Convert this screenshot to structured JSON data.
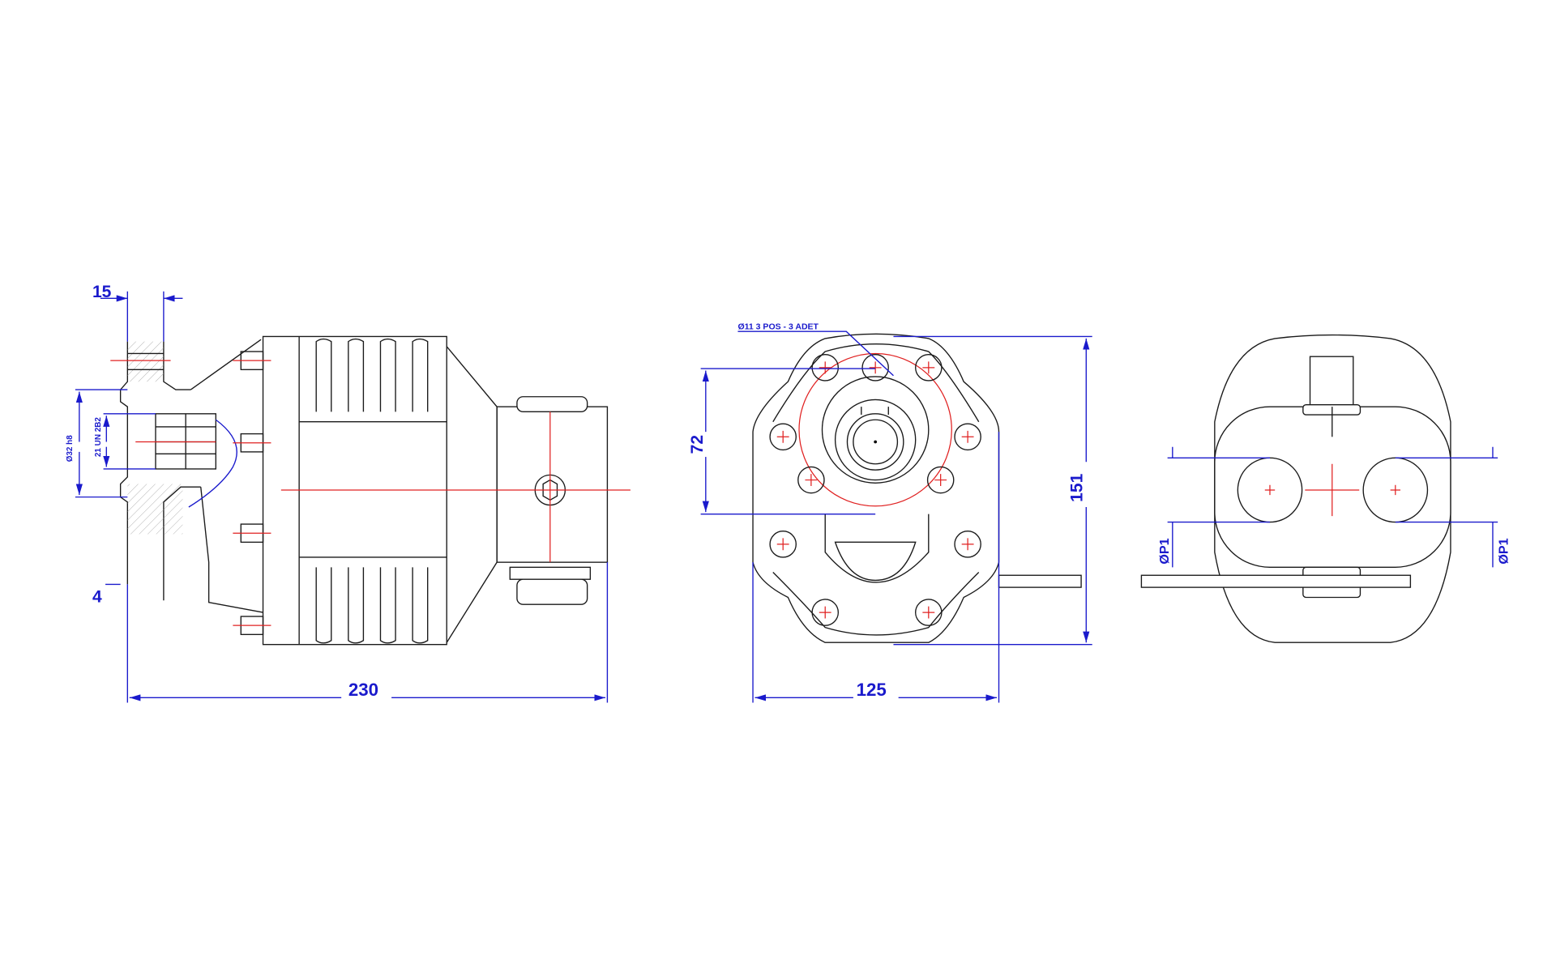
{
  "drawing": {
    "side_view": {
      "dim_flange_width": "15",
      "dim_flange_offset": "4",
      "dim_total_length": "230",
      "dim_pilot_diameter": "Ø32 h8",
      "dim_thread": "21 UN 2B2"
    },
    "front_view": {
      "note_holes": "Ø11 3 POS - 3 ADET",
      "dim_center_height": "72",
      "dim_height": "151",
      "dim_width": "125"
    },
    "rear_view": {
      "dim_port_left": "ØP1",
      "dim_port_right": "ØP1"
    }
  },
  "colors": {
    "dimension": "#1a1acc",
    "centerline": "#e02020",
    "outline": "#1a1a1a"
  }
}
